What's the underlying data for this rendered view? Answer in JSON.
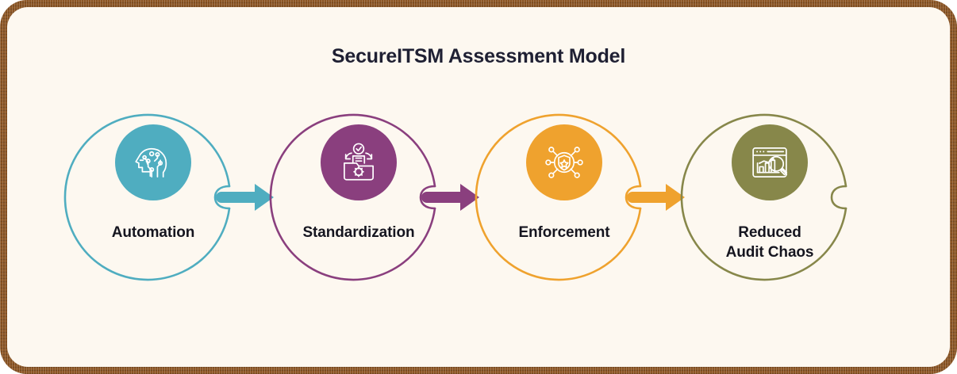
{
  "page": {
    "title": "SecureITSM Assessment Model",
    "background_color": "#fdf8f0",
    "frame_color": "#8b5524",
    "title_color": "#1f2033"
  },
  "diagram": {
    "type": "process-flow",
    "direction": "left-to-right",
    "stage_count": 4,
    "stages": [
      {
        "index": 1,
        "label": "Automation",
        "label_line_1": "Automation",
        "label_line_2": "",
        "color": "#4fadc0",
        "icon": "ai-head-circuit-icon",
        "has_outgoing_arrow": true
      },
      {
        "index": 2,
        "label": "Standardization",
        "label_line_1": "Standardization",
        "label_line_2": "",
        "color": "#8a3f7e",
        "icon": "folder-check-gear-icon",
        "has_outgoing_arrow": true
      },
      {
        "index": 3,
        "label": "Enforcement",
        "label_line_1": "Enforcement",
        "label_line_2": "",
        "color": "#efa22e",
        "icon": "shield-star-network-icon",
        "has_outgoing_arrow": true
      },
      {
        "index": 4,
        "label": "Reduced Audit Chaos",
        "label_line_1": "Reduced",
        "label_line_2": "Audit Chaos",
        "color": "#87874a",
        "icon": "analytics-magnifier-icon",
        "has_outgoing_arrow": false
      }
    ]
  }
}
